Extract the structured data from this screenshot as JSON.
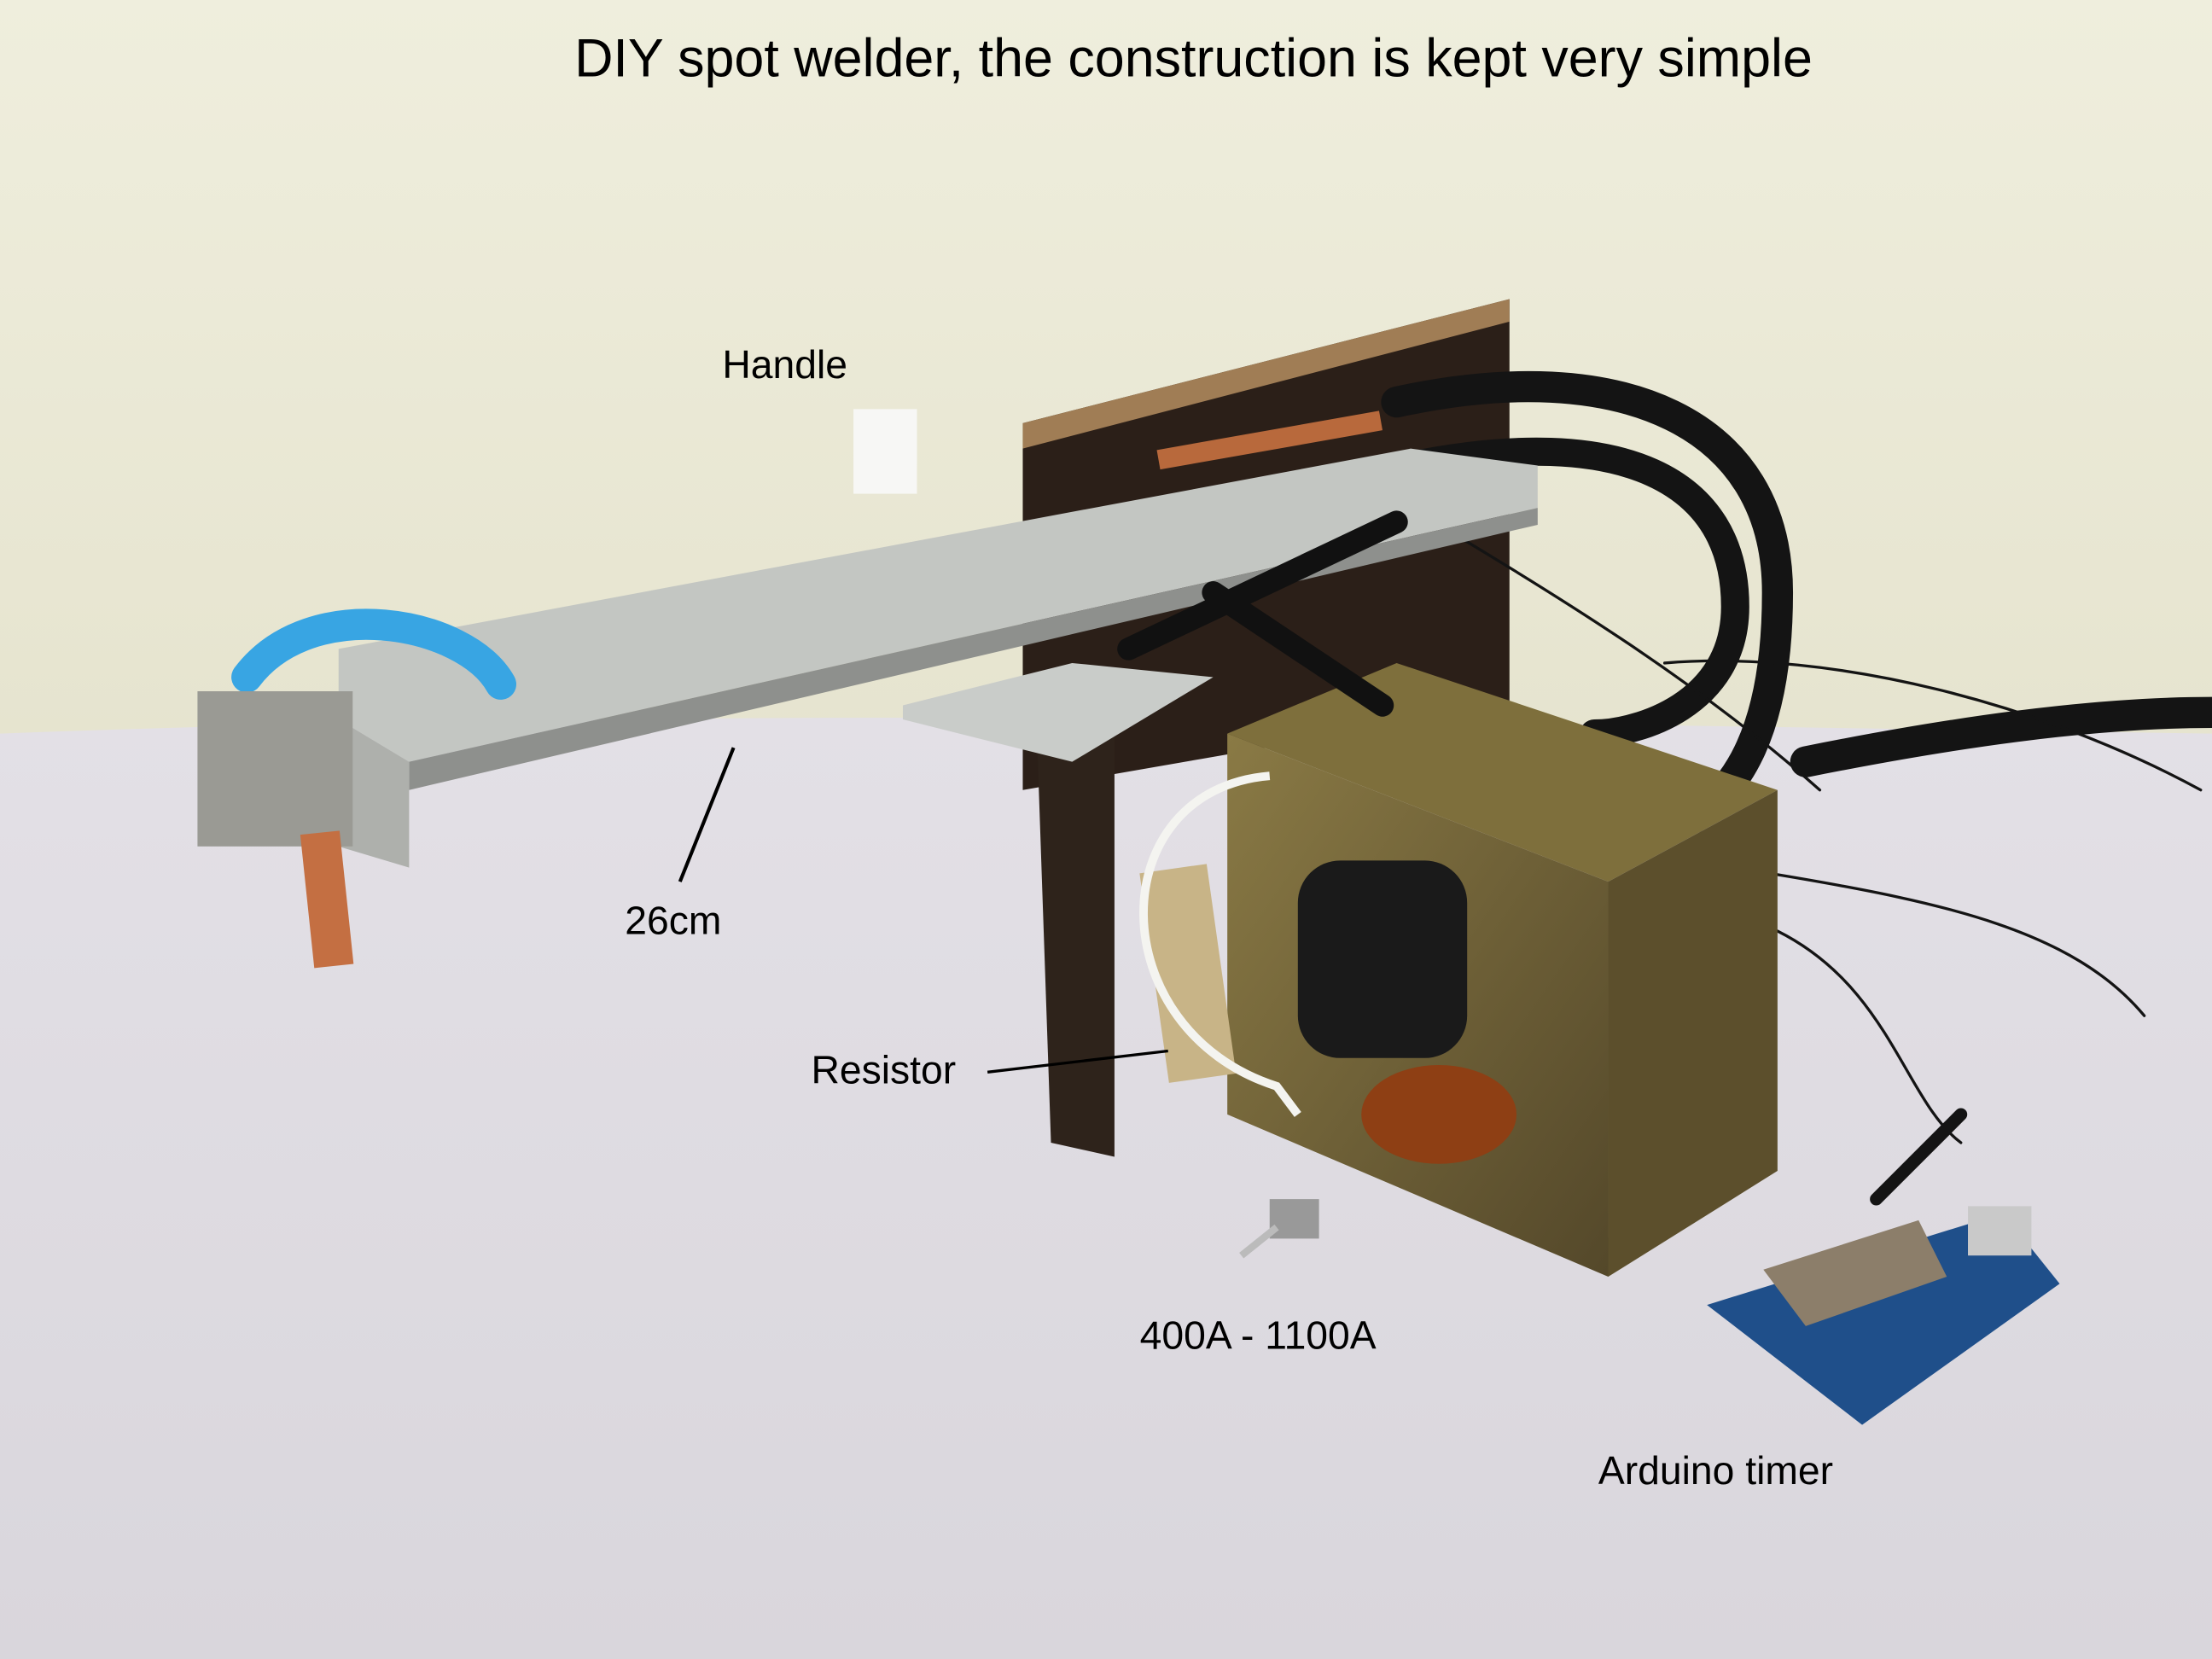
{
  "title": "DIY spot welder, the construction is kept very simple",
  "labels": {
    "handle": "Handle",
    "length": "26cm",
    "resistor": "Resistor",
    "current_range": "400A - 1100A",
    "arduino": "Arduino timer"
  },
  "colors": {
    "wall": "#eeecd9",
    "table": "#dedbe3",
    "aluminum": "#b9bcb8",
    "transformer": "#6e6236",
    "wood": "#2e2119",
    "cable": "#151515",
    "insulation_blue": "#3aa6e0",
    "copper": "#c76a3a",
    "arduino_blue": "#1e4f8c"
  }
}
